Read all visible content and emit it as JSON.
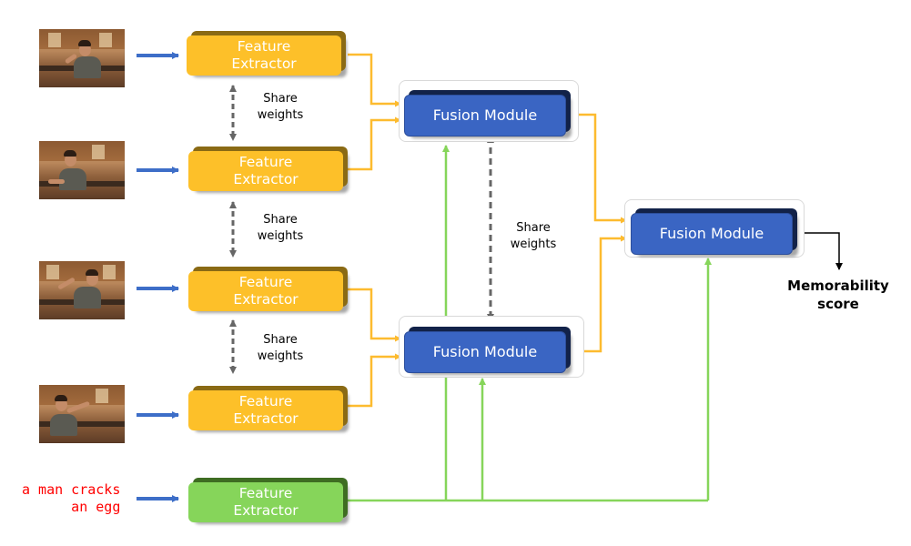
{
  "feature_extractors": [
    {
      "line1": "Feature",
      "line2": "Extractor"
    },
    {
      "line1": "Feature",
      "line2": "Extractor"
    },
    {
      "line1": "Feature",
      "line2": "Extractor"
    },
    {
      "line1": "Feature",
      "line2": "Extractor"
    }
  ],
  "text_extractor": {
    "line1": "Feature",
    "line2": "Extractor"
  },
  "caption": "a man cracks\n  an egg",
  "fusion_modules": [
    {
      "label": "Fusion Module"
    },
    {
      "label": "Fusion Module"
    },
    {
      "label": "Fusion Module"
    }
  ],
  "share_labels": [
    {
      "line1": "Share",
      "line2": "weights"
    },
    {
      "line1": "Share",
      "line2": "weights"
    },
    {
      "line1": "Share",
      "line2": "weights"
    },
    {
      "line1": "Share",
      "line2": "weights"
    }
  ],
  "output": {
    "line1": "Memorability",
    "line2": "score"
  },
  "colors": {
    "visual_extractor": "#fdc029",
    "text_extractor": "#86d55a",
    "fusion_module": "#3a65c3",
    "input_arrow": "#3d6ec8",
    "visual_wire": "#fdbb2f",
    "text_wire": "#86d55a",
    "share_arrow": "#666666",
    "caption_text": "#ff0000"
  }
}
